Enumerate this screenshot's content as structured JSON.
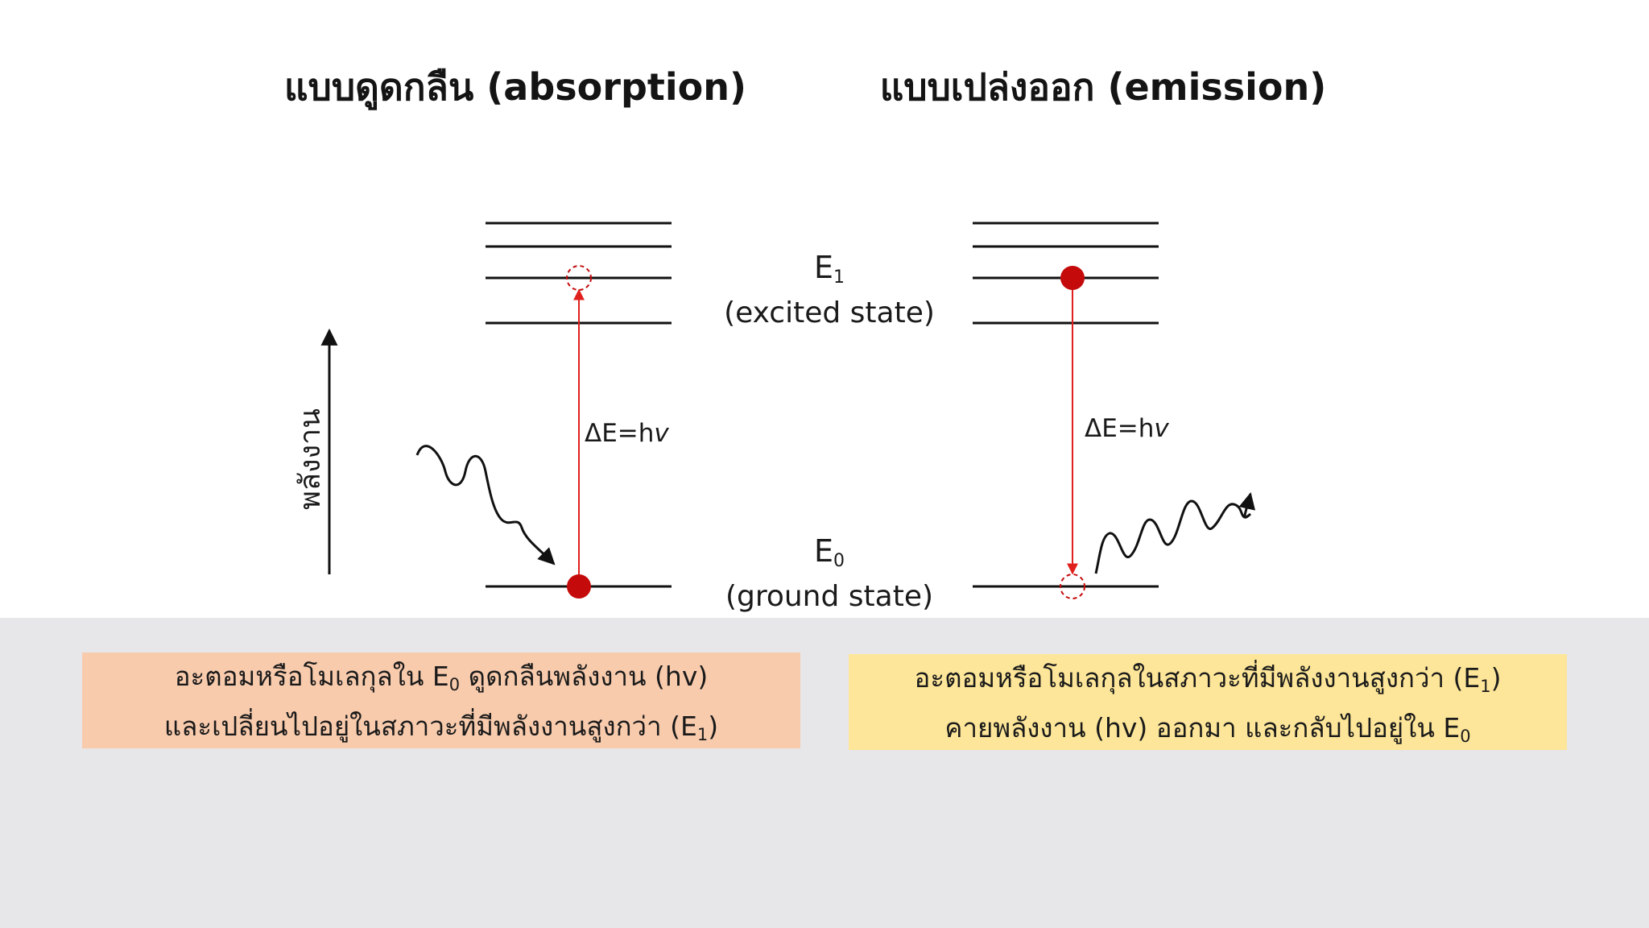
{
  "titles": {
    "absorption": "แบบดูดกลืน (absorption)",
    "emission": "แบบเปล่งออก (emission)"
  },
  "states": {
    "excited": {
      "symbol": "E",
      "sub": "1",
      "name": "(excited state)"
    },
    "ground": {
      "symbol": "E",
      "sub": "0",
      "name": "(ground state)"
    }
  },
  "energy_axis_label": "พลังงาน",
  "delta_e": {
    "prefix": "ΔE=h",
    "nu": "v"
  },
  "descriptions": {
    "absorption": {
      "line1_a": "อะตอมหรือโมเลกุลใน E",
      "line1_sub": "0",
      "line1_b": " ดูดกลืนพลังงาน (hv)",
      "line2_a": "และเปลี่ยนไปอยู่ในสภาวะที่มีพลังงานสูงกว่า (E",
      "line2_sub": "1",
      "line2_b": ")"
    },
    "emission": {
      "line1_a": "อะตอมหรือโมเลกุลในสภาวะที่มีพลังงานสูงกว่า (E",
      "line1_sub": "1",
      "line1_b": ")",
      "line2_a": "คายพลังงาน (hv) ออกมา และกลับไปอยู่ใน E",
      "line2_sub": "0",
      "line2_b": ""
    }
  },
  "colors": {
    "transition": "#e0201c",
    "particle": "#c40a0a",
    "level": "#111111",
    "absorption_box": "#f8cbad",
    "emission_box": "#fde699",
    "bottom_band": "#e7e6e8"
  }
}
